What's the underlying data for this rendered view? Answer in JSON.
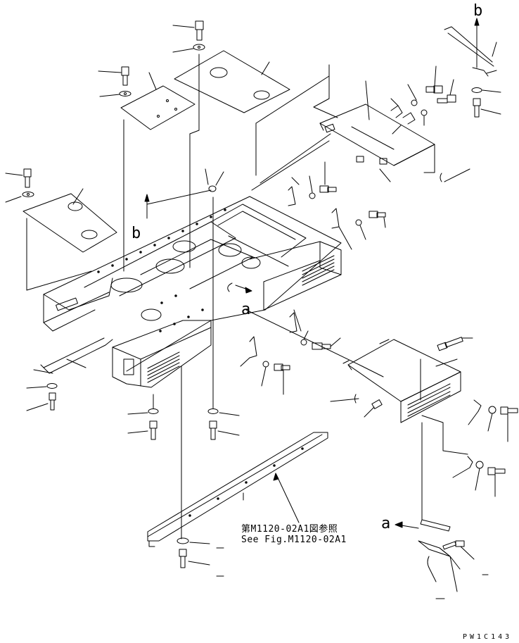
{
  "diagram": {
    "markers": {
      "b_top": "b",
      "b_mid": "b",
      "a_mid": "a",
      "a_bottom": "a"
    },
    "reference_note": {
      "line1": "第M1120-02A1図参照",
      "line2": "See Fig.M1120-02A1"
    },
    "figure_code": "PW1C143"
  },
  "colors": {
    "ink": "#000000",
    "paper": "#ffffff"
  }
}
